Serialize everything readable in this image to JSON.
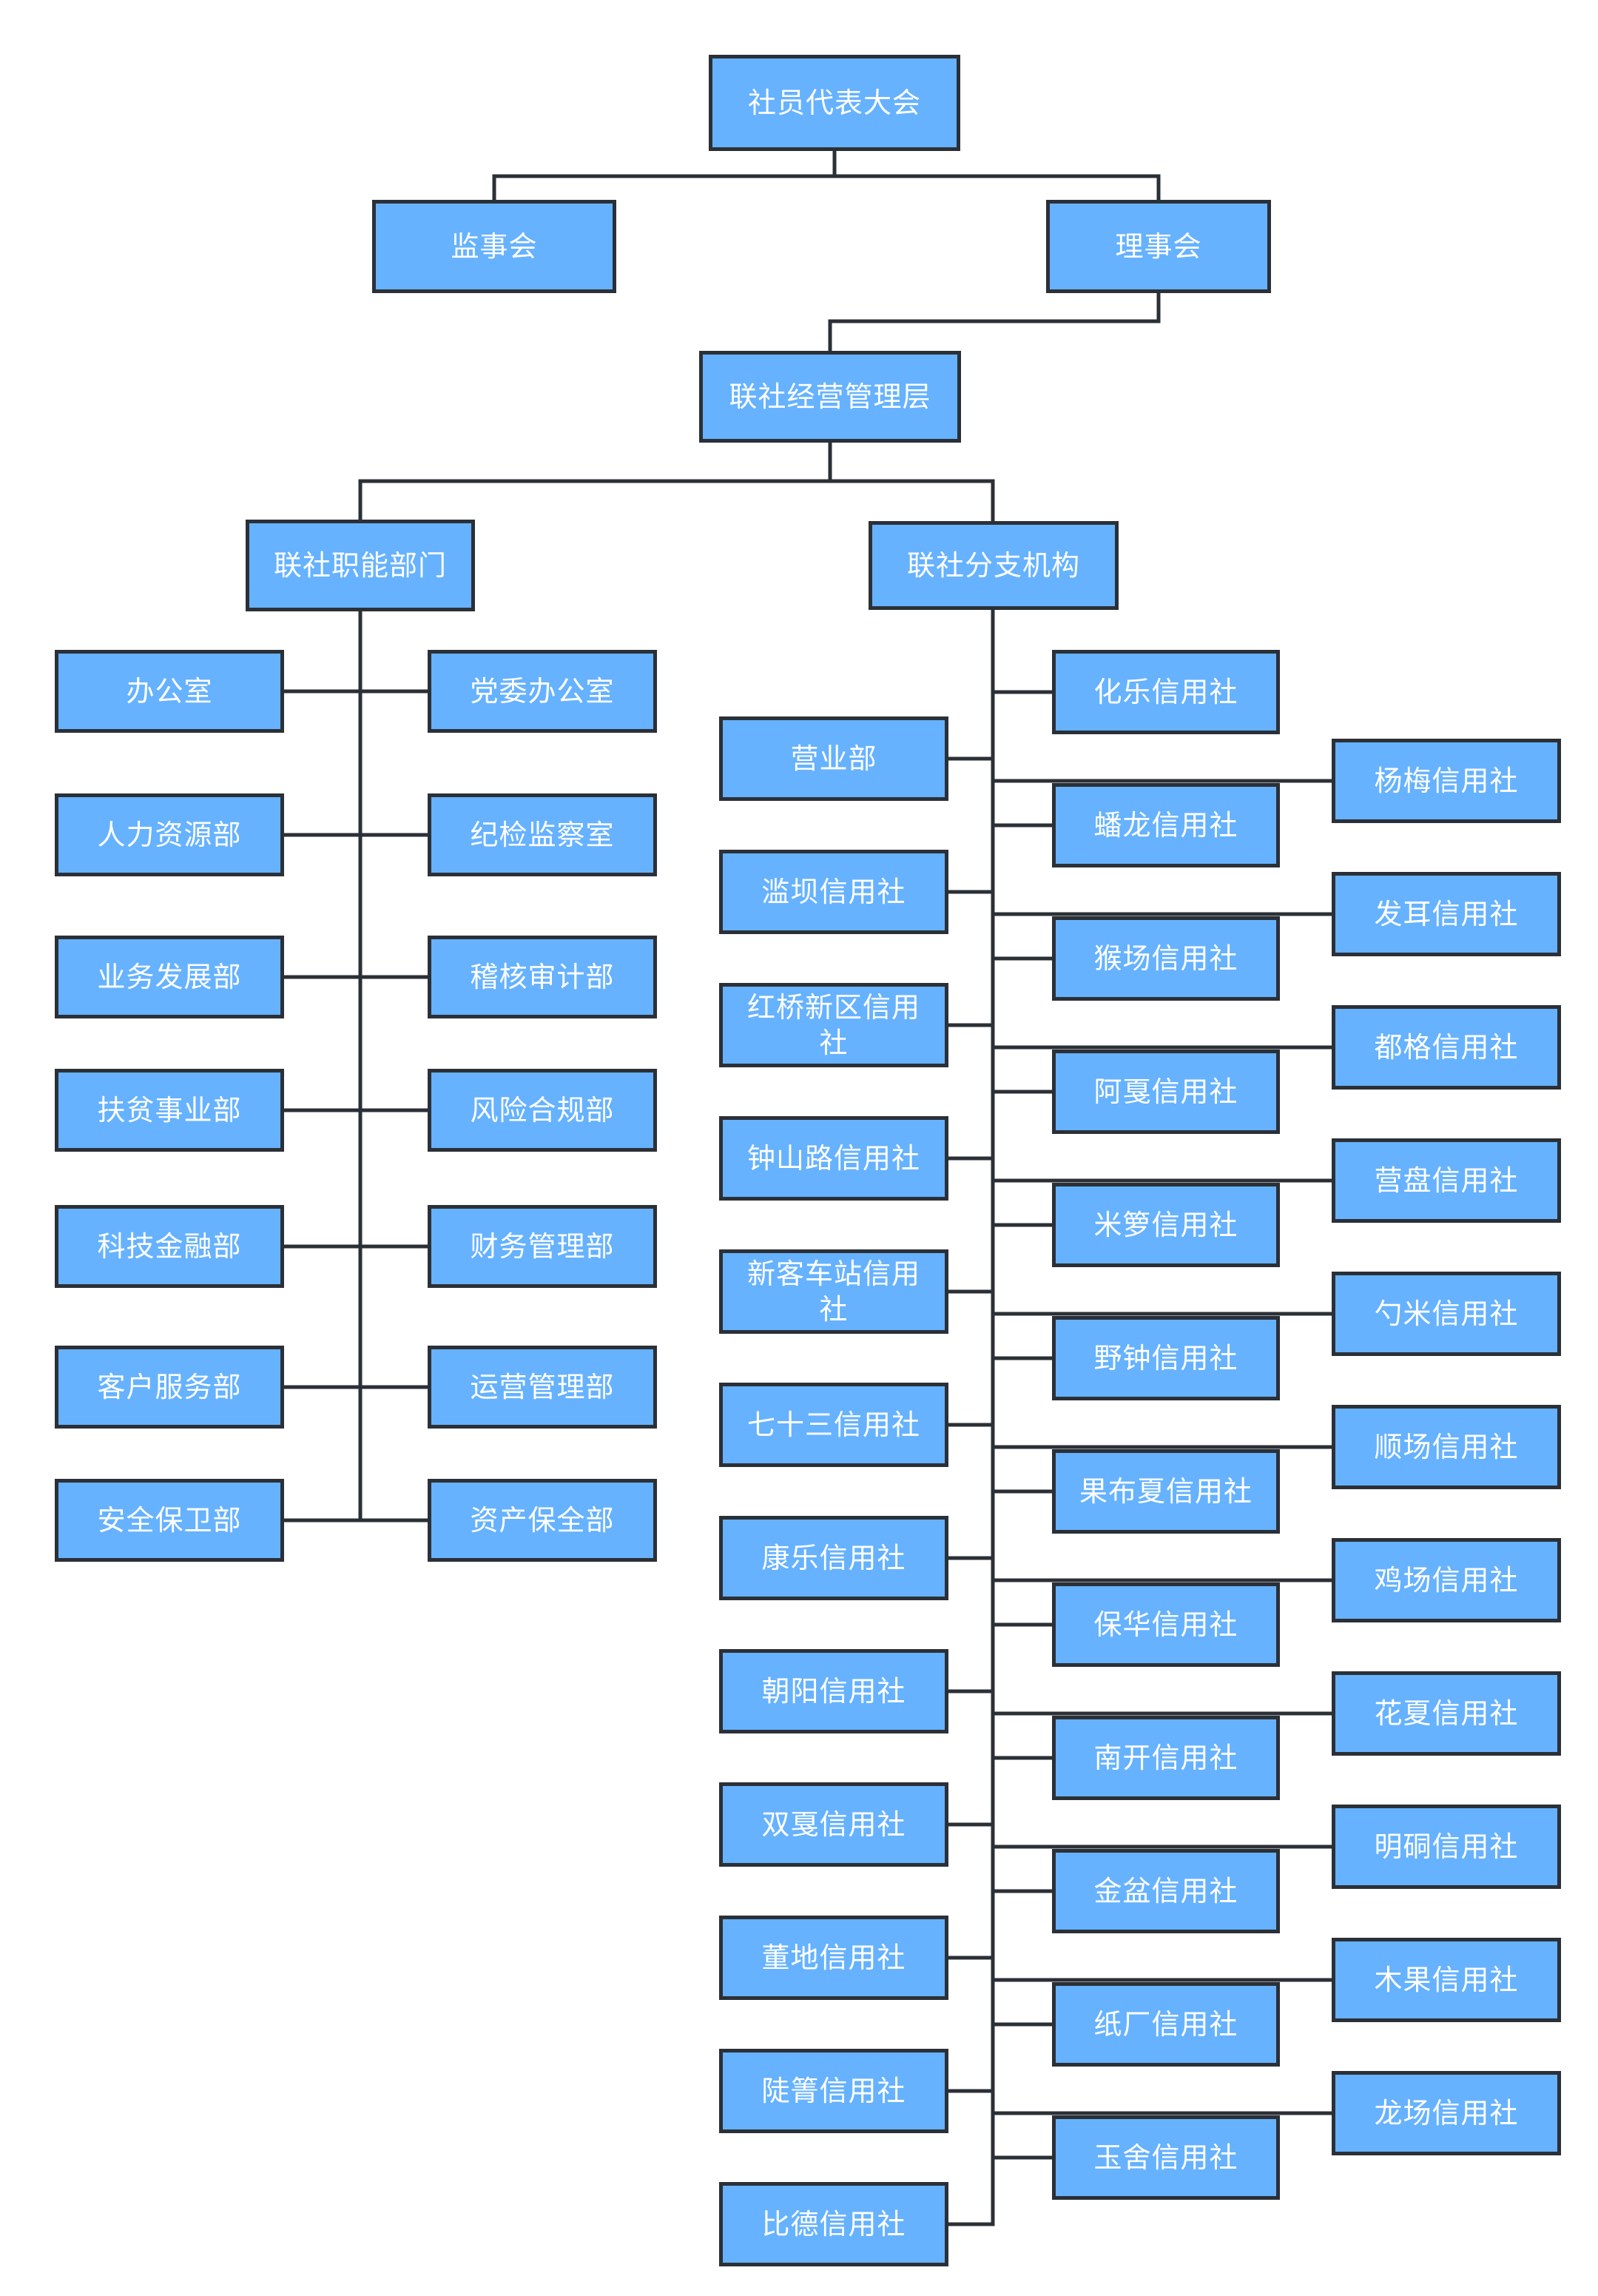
{
  "colors": {
    "node_fill": "#66b2ff",
    "node_border": "#2b3037",
    "node_text": "#ffffff",
    "connector": "#2b3037",
    "background": "#ffffff"
  },
  "org": {
    "top": "社员代表大会",
    "supervisory_board": "监事会",
    "board_of_directors": "理事会",
    "management": "联社经营管理层",
    "functional_dept": "联社职能部门",
    "branches": "联社分支机构",
    "functional_left": [
      "办公室",
      "人力资源部",
      "业务发展部",
      "扶贫事业部",
      "科技金融部",
      "客户服务部",
      "安全保卫部"
    ],
    "functional_right": [
      "党委办公室",
      "纪检监察室",
      "稽核审计部",
      "风险合规部",
      "财务管理部",
      "运营管理部",
      "资产保全部"
    ],
    "branch_left": [
      "营业部",
      "滥坝信用社",
      "红桥新区信用社",
      "钟山路信用社",
      "新客车站信用社",
      "七十三信用社",
      "康乐信用社",
      "朝阳信用社",
      "双戛信用社",
      "董地信用社",
      "陡箐信用社",
      "比德信用社"
    ],
    "branch_right_near": [
      "化乐信用社",
      "蟠龙信用社",
      "猴场信用社",
      "阿戛信用社",
      "米箩信用社",
      "野钟信用社",
      "果布夏信用社",
      "保华信用社",
      "南开信用社",
      "金盆信用社",
      "纸厂信用社",
      "玉舍信用社"
    ],
    "branch_right_far": [
      "杨梅信用社",
      "发耳信用社",
      "都格信用社",
      "营盘信用社",
      "勺米信用社",
      "顺场信用社",
      "鸡场信用社",
      "花夏信用社",
      "明硐信用社",
      "木果信用社",
      "龙场信用社"
    ]
  }
}
